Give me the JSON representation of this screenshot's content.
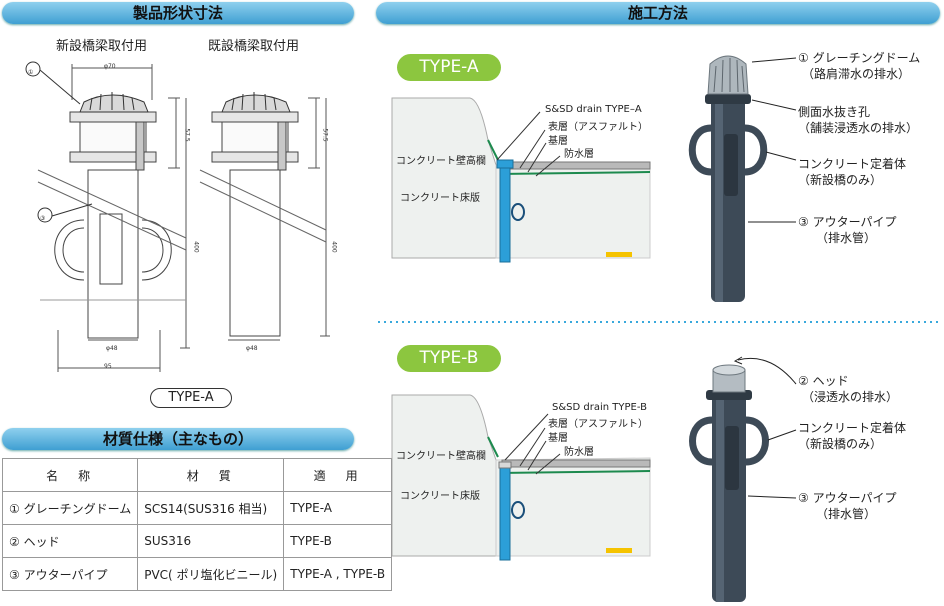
{
  "left": {
    "header": "製品形状寸法",
    "new_bridge": "新設橋梁取付用",
    "existing_bridge": "既設橋梁取付用",
    "type_label": "TYPE-A",
    "callout_1": "①",
    "callout_3": "③",
    "dims": {
      "d70": "φ70",
      "h575a": "57.5",
      "h575b": "57.5",
      "h400a": "400",
      "h400b": "400",
      "d48a": "φ48",
      "d48b": "φ48",
      "w95": "95"
    }
  },
  "materials": {
    "header": "材質仕様（主なもの）",
    "columns": [
      "名　称",
      "材　質",
      "適　用"
    ],
    "rows": [
      [
        "① グレーチングドーム",
        "SCS14(SUS316 相当)",
        "TYPE-A"
      ],
      [
        "② ヘッド",
        "SUS316",
        "TYPE-B"
      ],
      [
        "③ アウターパイプ",
        "PVC( ポリ塩化ビニール)",
        "TYPE-A , TYPE-B"
      ]
    ]
  },
  "right": {
    "header": "施工方法",
    "type_a": {
      "pill": "TYPE-A",
      "drain": "S&SD drain TYPE–A",
      "surface": "表層（アスファルト）",
      "base": "基層",
      "waterproof": "防水層",
      "wall": "コンクリート壁高欄",
      "slab": "コンクリート床版"
    },
    "type_b": {
      "pill": "TYPE-B",
      "drain": "S&SD drain TYPE-B",
      "surface": "表層（アスファルト）",
      "base": "基層",
      "waterproof": "防水層",
      "wall": "コンクリート壁高欄",
      "slab": "コンクリート床版"
    },
    "annotations_a": [
      [
        "① グレーチングドーム",
        "（路肩滞水の排水）"
      ],
      [
        "側面水抜き孔",
        "（舗装浸透水の排水）"
      ],
      [
        "コンクリート定着体",
        "（新設橋のみ）"
      ],
      [
        "③ アウターパイプ",
        "（排水管）"
      ]
    ],
    "annotations_b": [
      [
        "② ヘッド",
        "（浸透水の排水）"
      ],
      [
        "コンクリート定着体",
        "（新設橋のみ）"
      ],
      [
        "③ アウターパイプ",
        "（排水管）"
      ]
    ]
  },
  "colors": {
    "header": "#3f9fd2",
    "pill": "#8cc63f",
    "pipe": "#3d4a57",
    "drain": "#2c9fd8",
    "slab": "#eef1ef",
    "accent": "#f5c300"
  }
}
